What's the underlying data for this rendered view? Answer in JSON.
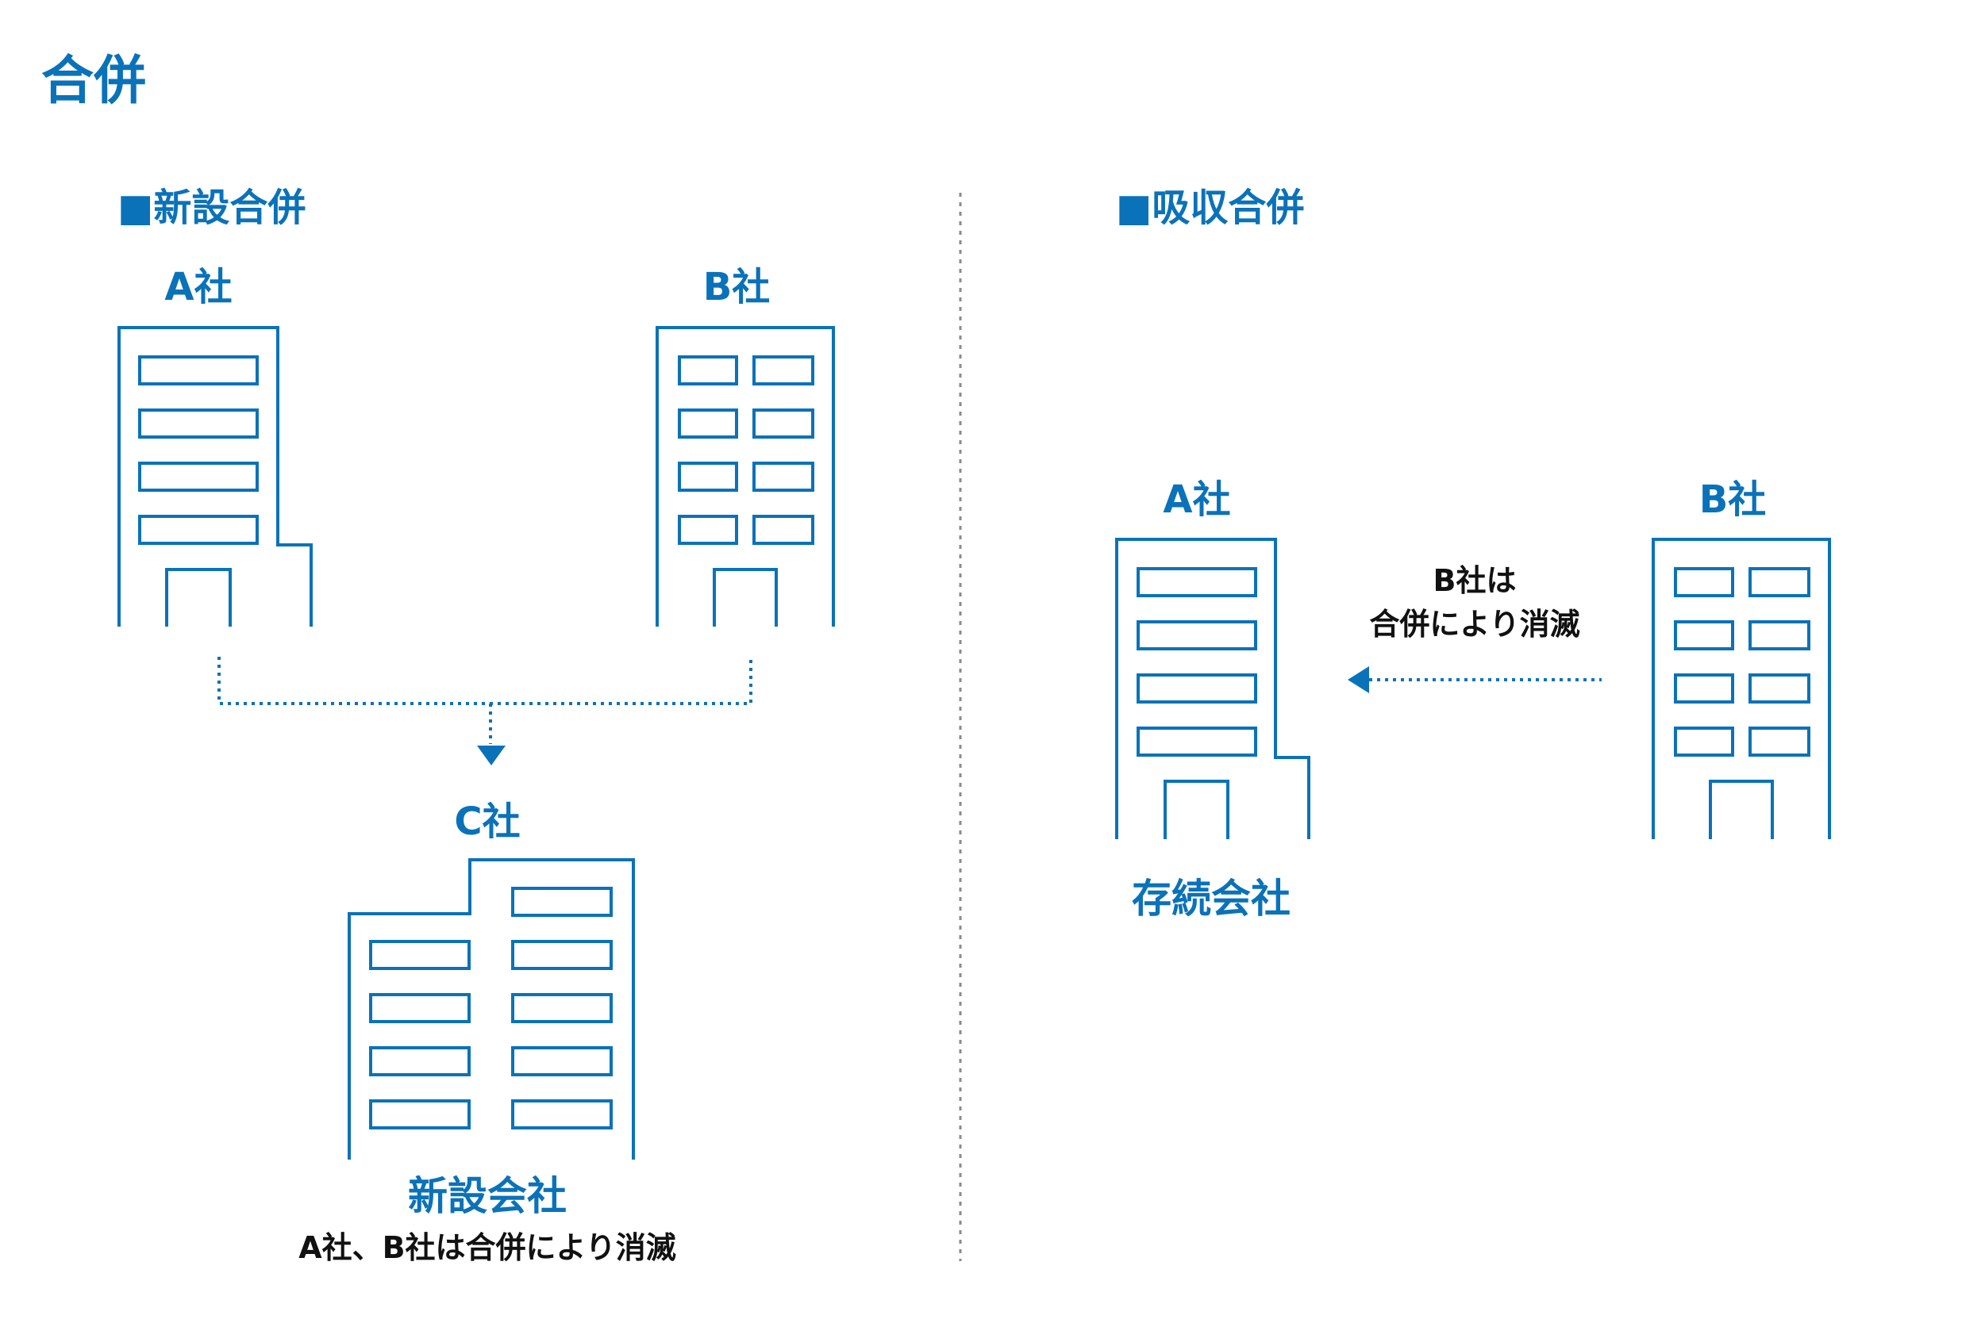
{
  "title": "合併",
  "colors": {
    "accent": "#0a72b9",
    "text": "#111111",
    "divider": "#8a8a8a"
  },
  "new_merger": {
    "heading": "■新設合併",
    "company_a": "A社",
    "company_b": "B社",
    "company_c": "C社",
    "new_company_label": "新設会社",
    "note": "A社、B社は合併により消滅"
  },
  "absorption_merger": {
    "heading": "■吸収合併",
    "company_a": "A社",
    "company_b": "B社",
    "arrow_label_line1": "B社は",
    "arrow_label_line2": "合併により消滅",
    "surviving_label": "存続会社"
  }
}
